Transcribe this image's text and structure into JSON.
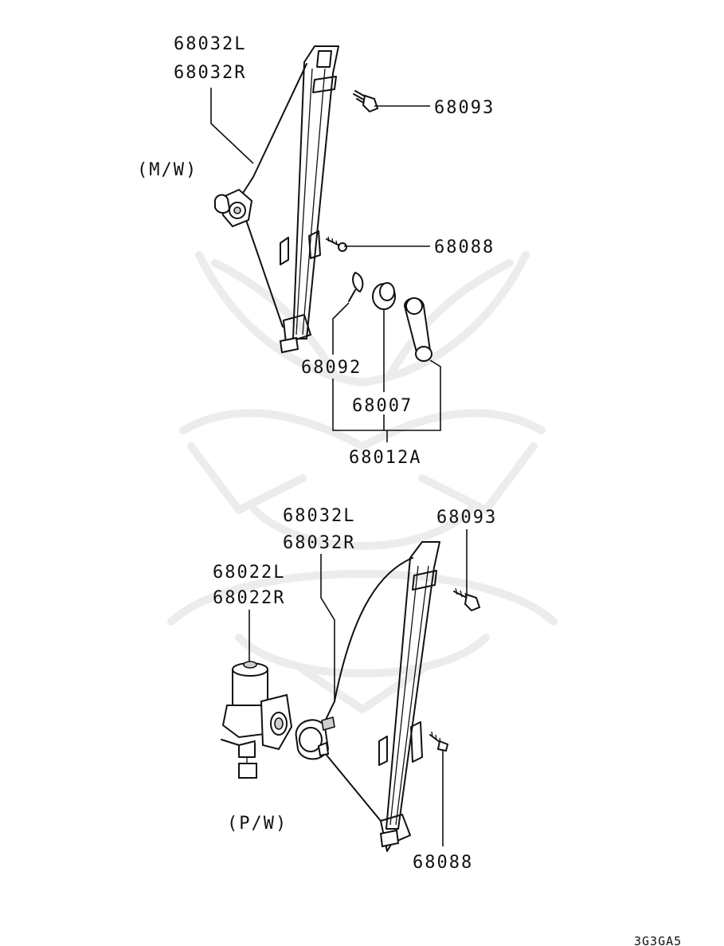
{
  "diagram": {
    "variant_labels": {
      "manual": "(M/W)",
      "power": "(P/W)"
    },
    "parts": {
      "mw_regulator_l": "68032L",
      "mw_regulator_r": "68032R",
      "mw_bolt": "68093",
      "mw_screw": "68088",
      "clip": "68092",
      "escutcheon": "68007",
      "handle_assy": "68012A",
      "pw_regulator_l": "68032L",
      "pw_regulator_r": "68032R",
      "pw_bolt": "68093",
      "motor_l": "68022L",
      "motor_r": "68022R",
      "pw_screw": "68088"
    },
    "reference_code": "3G3GA5"
  }
}
